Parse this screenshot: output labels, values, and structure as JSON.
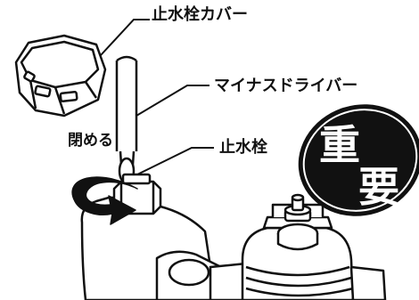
{
  "labels": {
    "cover": "止水栓カバー",
    "screwdriver": "マイナスドライバー",
    "valve": "止水栓",
    "close_action": "閉める"
  },
  "badge": {
    "char_1": "重",
    "char_2": "要",
    "fill_color": "#111111",
    "text_color": "#ffffff"
  },
  "arrow": {
    "direction": "clockwise",
    "color": "#111111"
  }
}
